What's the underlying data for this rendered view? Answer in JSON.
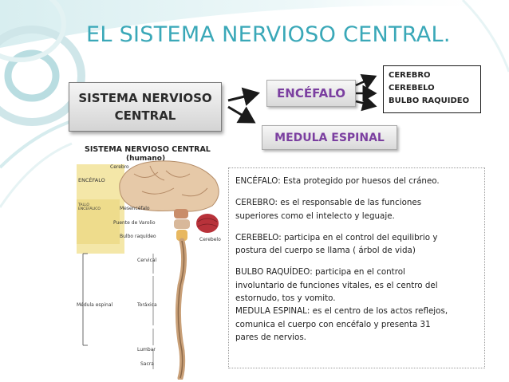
{
  "title": "EL SISTEMA NERVIOSO CENTRAL.",
  "nodes": {
    "snc": "SISTEMA NERVIOSO\nCENTRAL",
    "encefalo": "ENCÉFALO",
    "medula": "MEDULA ESPINAL",
    "encefalo_parts": [
      "CEREBRO",
      "CEREBELO",
      "BULBO RAQUIDEO"
    ]
  },
  "figure": {
    "title": "SISTEMA NERVIOSO CENTRAL",
    "subtitle": "(humano)",
    "labels": {
      "encefalo": "ENCÉFALO",
      "cerebro": "Cerebro",
      "tallo": "TALLO\nENCEFÁLICO",
      "mesencefalo": "Mesencéfalo",
      "puente": "Puente de Varolio",
      "bulbo": "Bulbo raquídeo",
      "cerebelo": "Cerebelo",
      "cervical": "Cervical",
      "medula": "Médula espinal",
      "toraxica": "Toráxica",
      "lumbar": "Lumbar",
      "sacra": "Sacra"
    }
  },
  "description": {
    "encefalo": "ENCÉFALO: Esta protegido por huesos del cráneo.",
    "cerebro": "CEREBRO: es el responsable de las funciones\nsuperiores como el intelecto y leguaje.",
    "cerebelo": "CEREBELO: participa en el control del equilibrio  y\npostura del cuerpo se llama         ( árbol de vida)",
    "bulbo_medula": "BULBO RAQUÍDEO: participa en el control\ninvoluntario de funciones vitales, es el centro del\nestornudo, tos y vomito.\nMEDULA ESPINAL: es el centro de los actos reflejos,\ncomunica el cuerpo con encéfalo y presenta 31\npares de nervios."
  },
  "colors": {
    "title": "#3aa8b8",
    "node_text": "#7b3fa0",
    "background_teal": "#bfe3e6"
  }
}
